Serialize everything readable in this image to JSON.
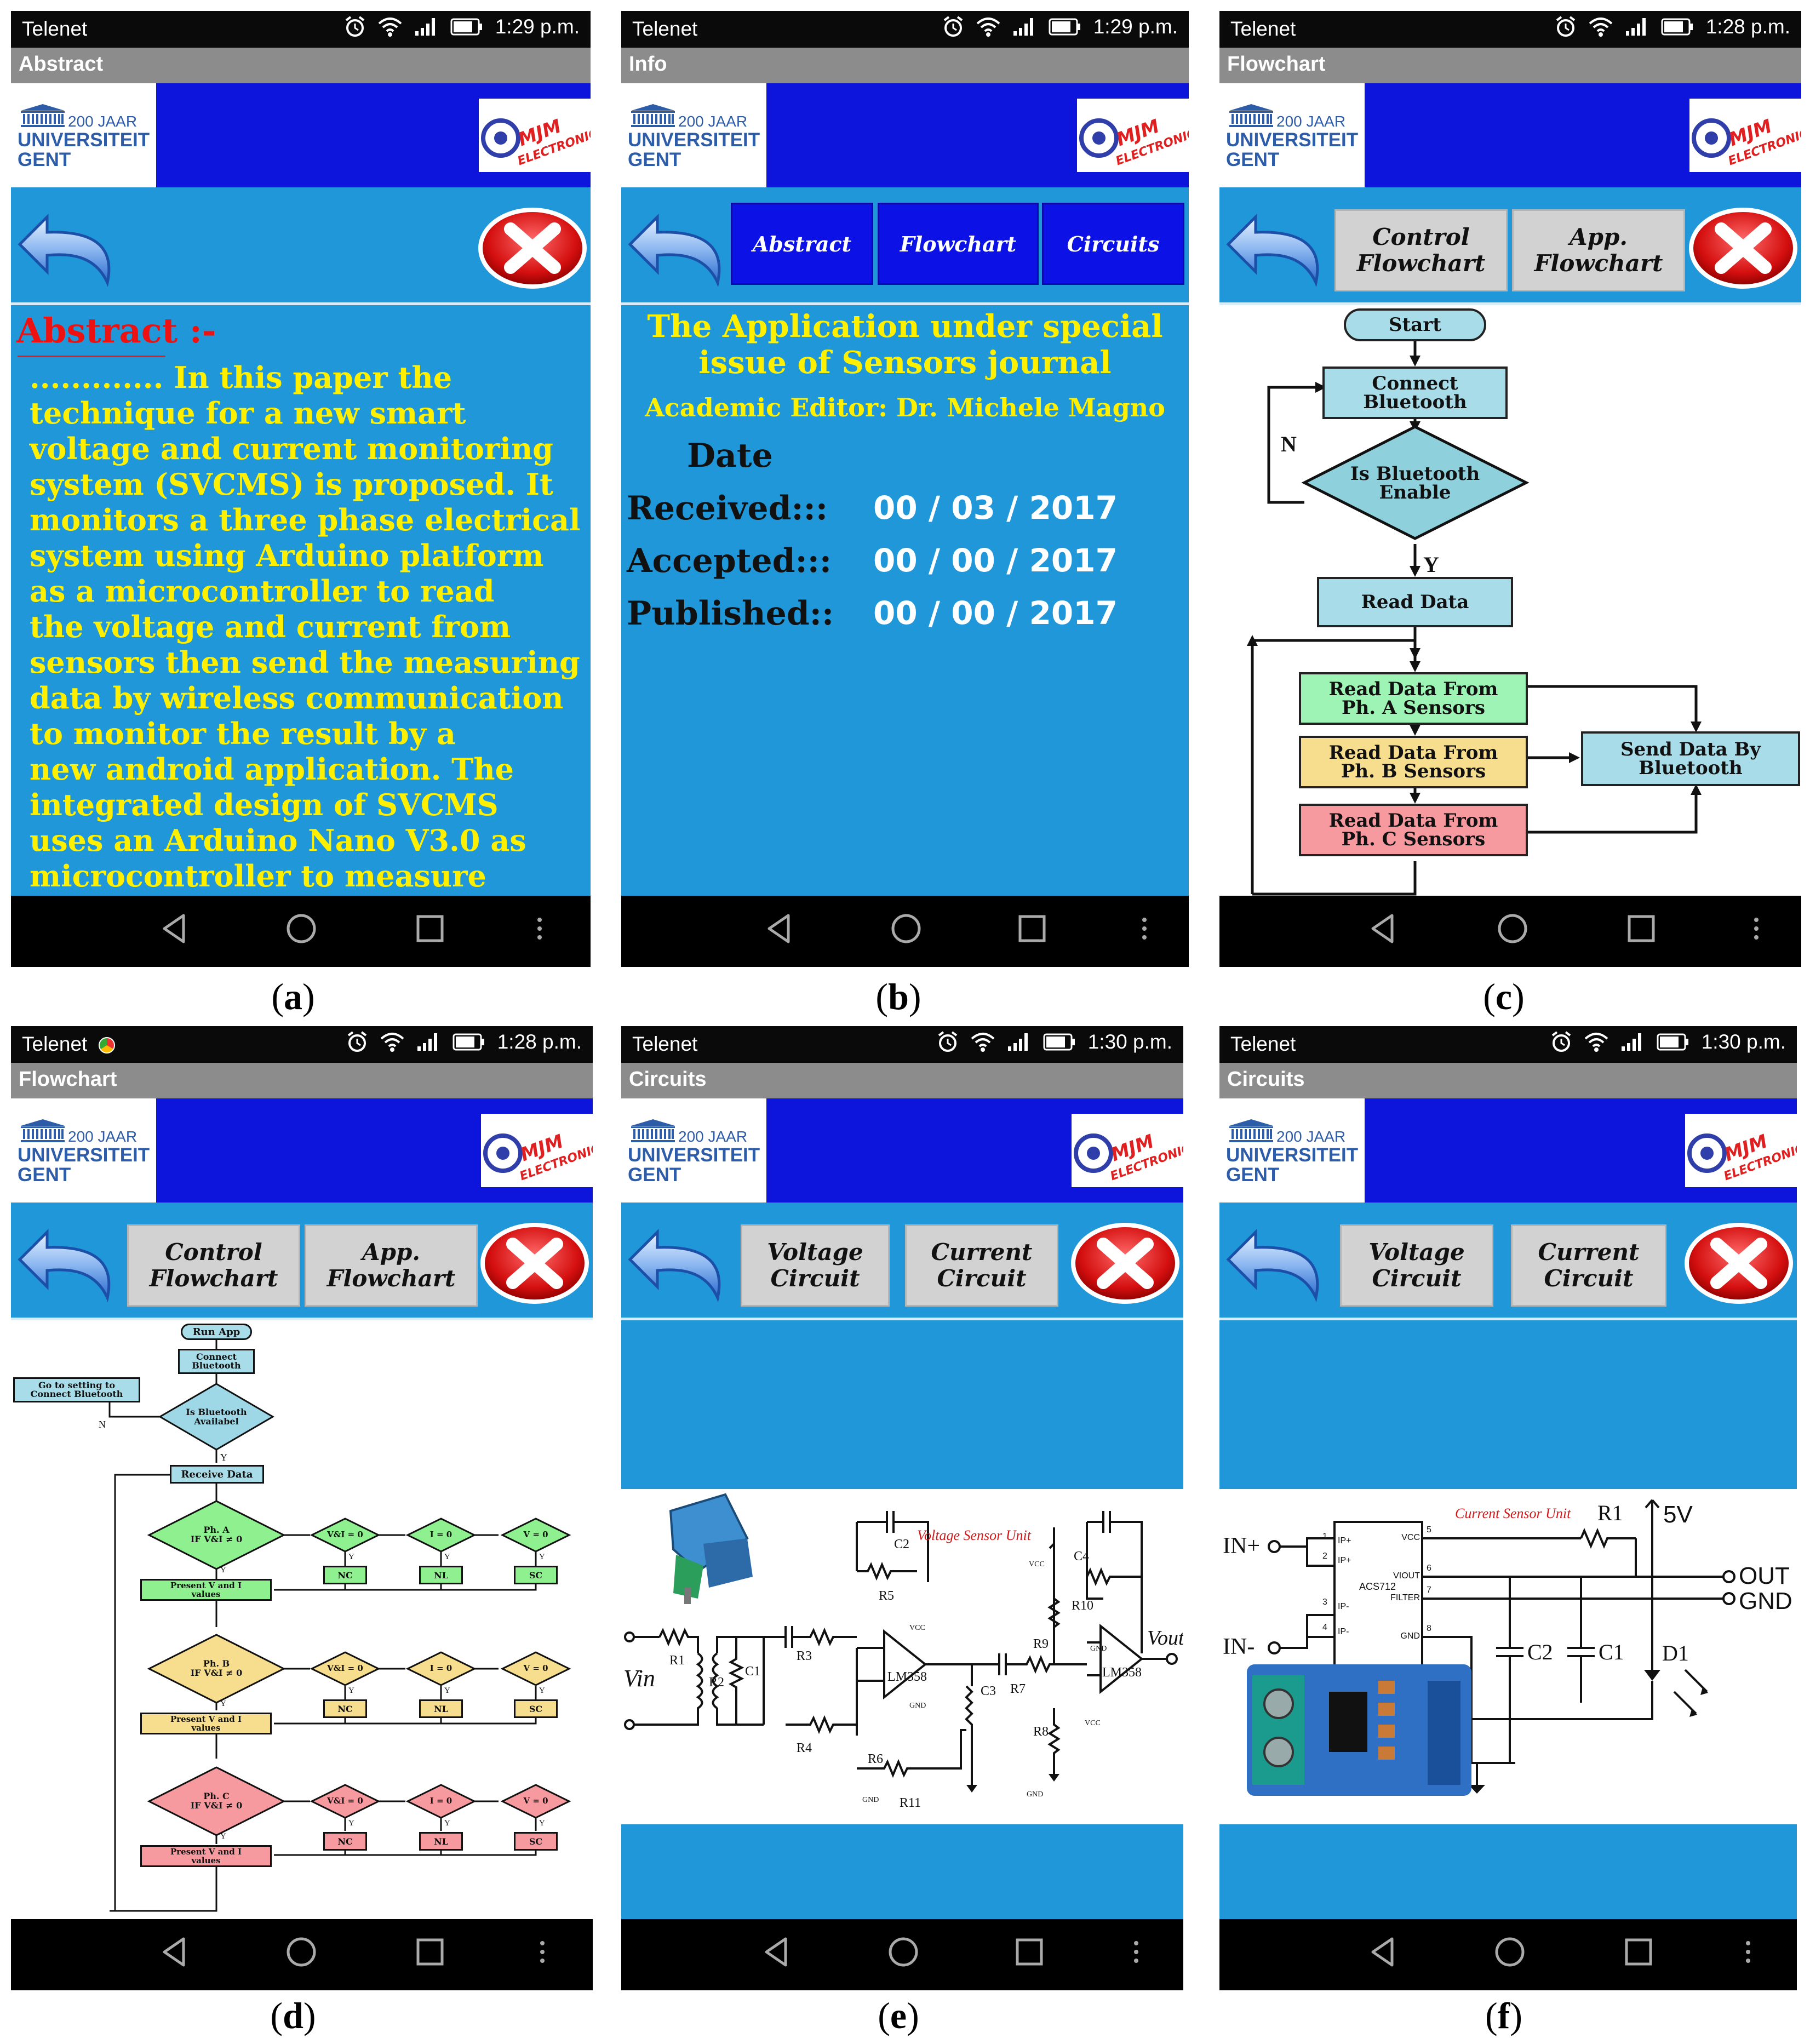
{
  "common": {
    "carrier": "Telenet",
    "logo_year": "200 JAAR",
    "logo_name_1": "UNIVERSITEIT",
    "logo_name_2": "GENT",
    "mjm_line1": "MJM",
    "mjm_line2": "ELECTRONIC"
  },
  "a": {
    "time": "1:29 p.m.",
    "title": "Abstract",
    "heading": "Abstract :-",
    "lines": [
      "............. In this paper the",
      "technique for a new smart",
      "voltage and current monitoring",
      "system (SVCMS) is proposed. It",
      "monitors a three phase electrical",
      "system using Arduino platform",
      "as a microcontroller to read",
      "the voltage and current from",
      "sensors then send the measuring",
      "data by wireless communication",
      "to monitor the result by a",
      "new android application. The",
      "integrated design of SVCMS",
      "uses an Arduino Nano V3.0 as",
      "microcontroller to measure"
    ],
    "caption": "a"
  },
  "b": {
    "time": "1:29 p.m.",
    "title": "Info",
    "tabs": [
      "Abstract",
      "Flowchart",
      "Circuits"
    ],
    "line1": "The Application under special",
    "line2": "issue of Sensors journal",
    "editor": "Academic Editor:  Dr. Michele Magno",
    "date_heading": "Date",
    "dates": [
      {
        "label": "Received:::",
        "value": "00 / 03 / 2017"
      },
      {
        "label": "Accepted:::",
        "value": "00 / 00 / 2017"
      },
      {
        "label": "Published::",
        "value": "00 / 00 / 2017"
      }
    ],
    "caption": "b"
  },
  "c": {
    "time": "1:28 p.m.",
    "title": "Flowchart",
    "btn1_l1": "Control",
    "btn1_l2": "Flowchart",
    "btn2_l1": "App.",
    "btn2_l2": "Flowchart",
    "start": "Start",
    "connect_l1": "Connect",
    "connect_l2": "Bluetooth",
    "is_l1": "Is Bluetooth",
    "is_l2": "Enable",
    "n": "N",
    "y": "Y",
    "read": "Read Data",
    "pha_l1": "Read Data From",
    "pha_l2": "Ph. A Sensors",
    "phb_l1": "Read Data From",
    "phb_l2": "Ph. B Sensors",
    "phc_l1": "Read Data From",
    "phc_l2": "Ph. C Sensors",
    "send_l1": "Send Data By",
    "send_l2": "Bluetooth",
    "caption": "c"
  },
  "d": {
    "time": "1:28 p.m.",
    "title": "Flowchart",
    "btn1_l1": "Control",
    "btn1_l2": "Flowchart",
    "btn2_l1": "App.",
    "btn2_l2": "Flowchart",
    "run": "Run App",
    "connect_l1": "Connect",
    "connect_l2": "Bluetooth",
    "goto_l1": "Go to setting to",
    "goto_l2": "Connect Bluetooth",
    "avail_l1": "Is Bluetooth",
    "avail_l2": "Availabel",
    "receive": "Receive Data",
    "pha_l1": "Ph. A",
    "phb_l1": "Ph. B",
    "phc_l1": "Ph. C",
    "cond": "IF V&I ≠ 0",
    "vi": "V&I = 0",
    "i0": "I = 0",
    "v0": "V = 0",
    "nc": "NC",
    "nl": "NL",
    "sc": "SC",
    "present_l1": "Present V and I",
    "present_l2": "values",
    "y": "Y",
    "n": "N",
    "caption": "d"
  },
  "e": {
    "time": "1:30 p.m.",
    "title": "Circuits",
    "btn1_l1": "Voltage",
    "btn1_l2": "Circuit",
    "btn2_l1": "Current",
    "btn2_l2": "Circuit",
    "unit": "Voltage Sensor Unit",
    "vin": "Vin",
    "vout": "Vout",
    "parts": [
      "R1",
      "R2",
      "C1",
      "R3",
      "R4",
      "C2",
      "R5",
      "LM358",
      "R6",
      "R11",
      "C3",
      "R7",
      "R9",
      "C4",
      "R10",
      "LM358",
      "R8",
      "VCC",
      "GND",
      "VCC",
      "GND",
      "VCC",
      "GND",
      "GND"
    ],
    "caption": "e"
  },
  "f": {
    "time": "1:30 p.m.",
    "title": "Circuits",
    "btn1_l1": "Voltage",
    "btn1_l2": "Circuit",
    "btn2_l1": "Current",
    "btn2_l2": "Circuit",
    "unit": "Current Sensor Unit",
    "in_plus": "IN+",
    "in_minus": "IN-",
    "r1": "R1",
    "v5": "5V",
    "out": "OUT",
    "gnd": "GND",
    "c2": "C2",
    "c1": "C1",
    "d1": "D1",
    "chip": "ACS712",
    "pins_l": [
      "IP+",
      "IP+",
      "IP-",
      "IP-"
    ],
    "pins_r": [
      "VCC",
      "VIOUT",
      "FILTER",
      "GND"
    ],
    "nums_l": [
      "1",
      "2",
      "3",
      "4"
    ],
    "nums_r": [
      "5",
      "6",
      "7",
      "8"
    ],
    "caption": "f"
  }
}
